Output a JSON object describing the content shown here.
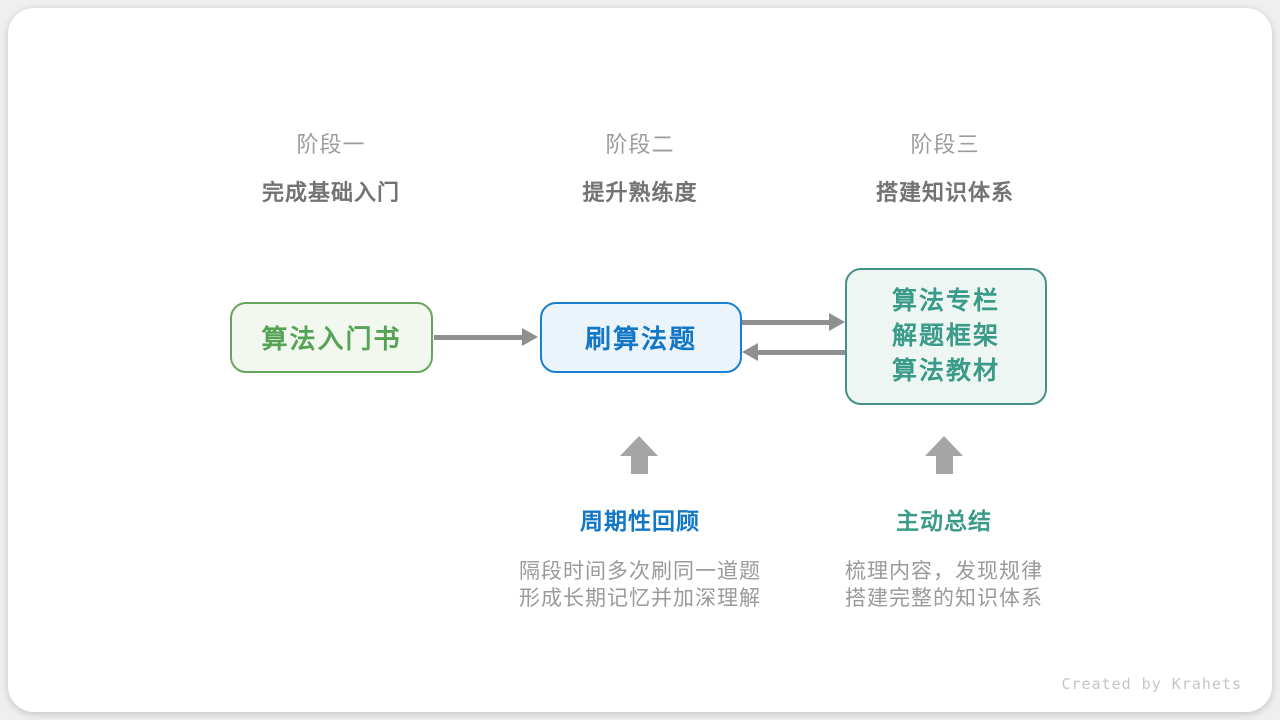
{
  "diagram": {
    "stages": [
      {
        "label": "阶段一",
        "subtitle": "完成基础入门"
      },
      {
        "label": "阶段二",
        "subtitle": "提升熟练度"
      },
      {
        "label": "阶段三",
        "subtitle": "搭建知识体系"
      }
    ],
    "nodes": [
      {
        "lines": [
          "算法入门书"
        ]
      },
      {
        "lines": [
          "刷算法题"
        ]
      },
      {
        "lines": [
          "算法专栏",
          "解题框架",
          "算法教材"
        ]
      }
    ],
    "annotations": [
      {
        "title": "周期性回顾",
        "desc_line1": "隔段时间多次刷同一道题",
        "desc_line2": "形成长期记忆并加深理解"
      },
      {
        "title": "主动总结",
        "desc_line1": "梳理内容，发现规律",
        "desc_line2": "搭建完整的知识体系"
      }
    ],
    "footer": "Created by Krahets"
  },
  "colors": {
    "green-border": "#68a45e",
    "green-bg": "#f2f8f0",
    "green-text": "#55a455",
    "blue-border": "#1a7fd0",
    "blue-bg": "#ebf4fb",
    "blue-text": "#1377c8",
    "teal-border": "#44918a",
    "teal-bg": "#eef6f3",
    "teal-text": "#3a9b88",
    "arrow": "#8f8f8f",
    "up-arrow": "#a5a5a5",
    "stage-label": "#9c9c9c",
    "stage-subtitle": "#737373",
    "desc-text": "#9a9a9a",
    "footer-text": "#c5c5c5",
    "page-bg": "#efefef",
    "card-bg": "#ffffff"
  }
}
